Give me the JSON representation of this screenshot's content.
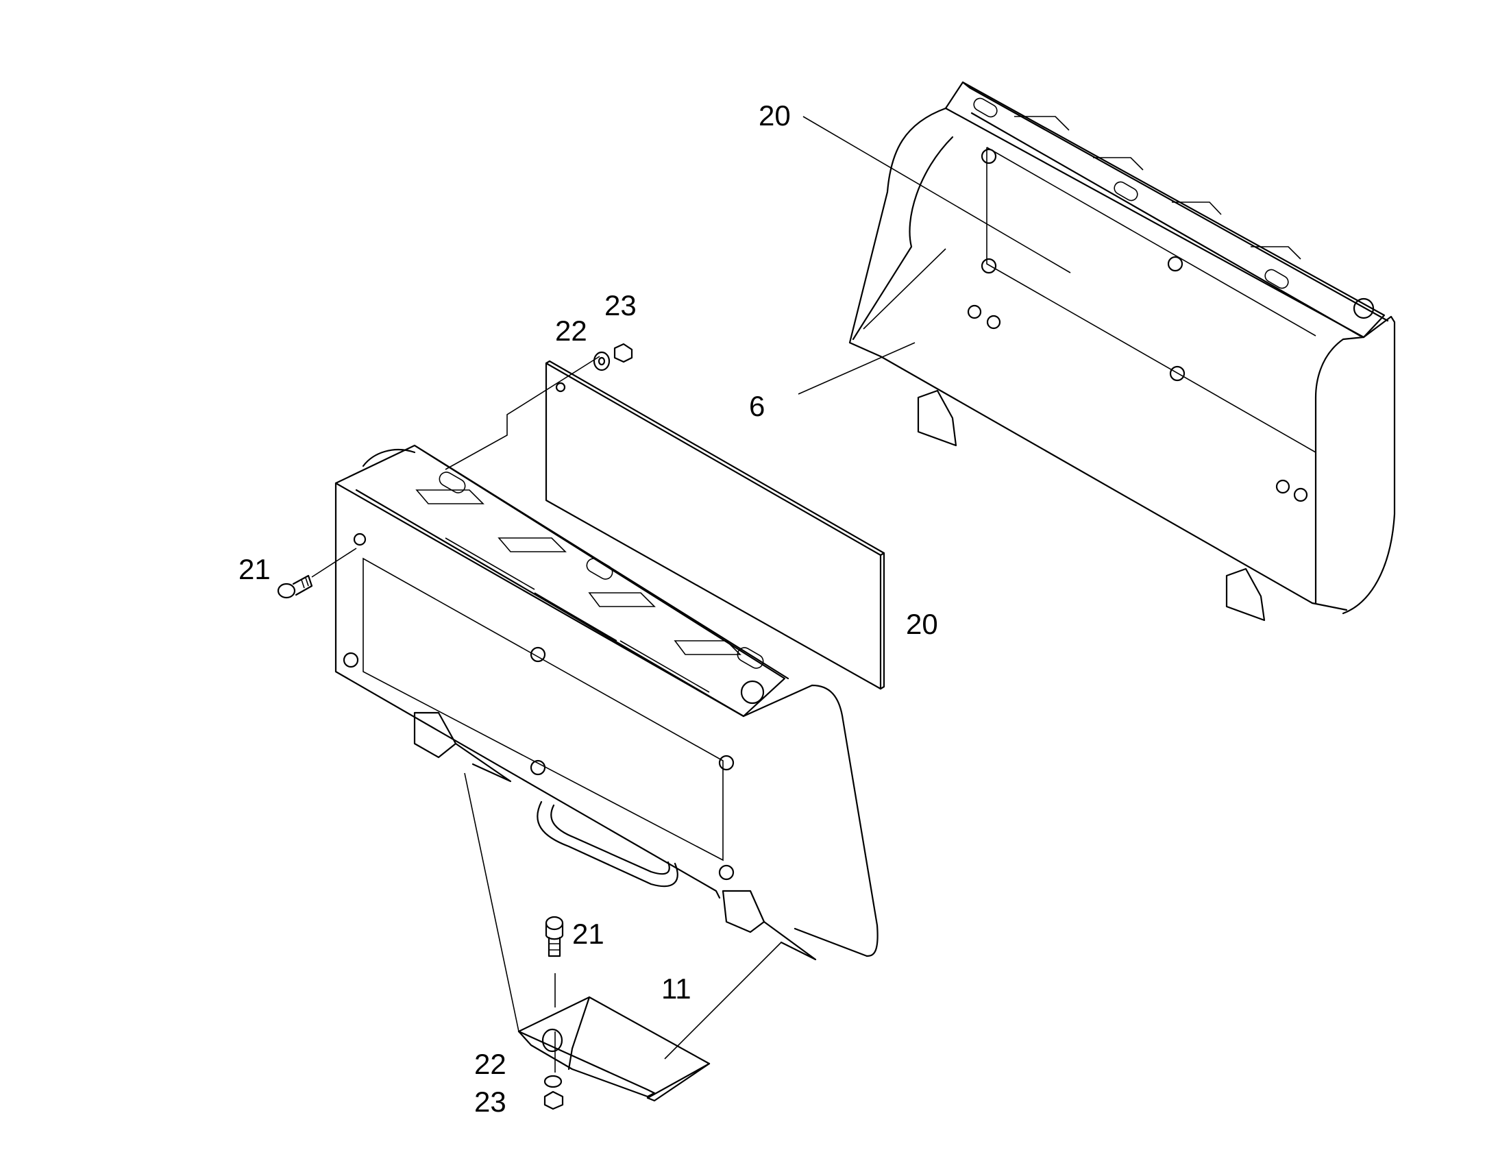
{
  "diagram": {
    "callouts": {
      "top_right_panel": "20",
      "top_right_housing": "6",
      "washer_top": "22",
      "nut_top": "23",
      "bolt_left": "21",
      "panel_front": "20",
      "bolt_bottom": "21",
      "bracket": "11",
      "washer_bottom": "22",
      "nut_bottom": "23"
    },
    "colors": {
      "line": "#000000",
      "background": "#ffffff"
    }
  }
}
